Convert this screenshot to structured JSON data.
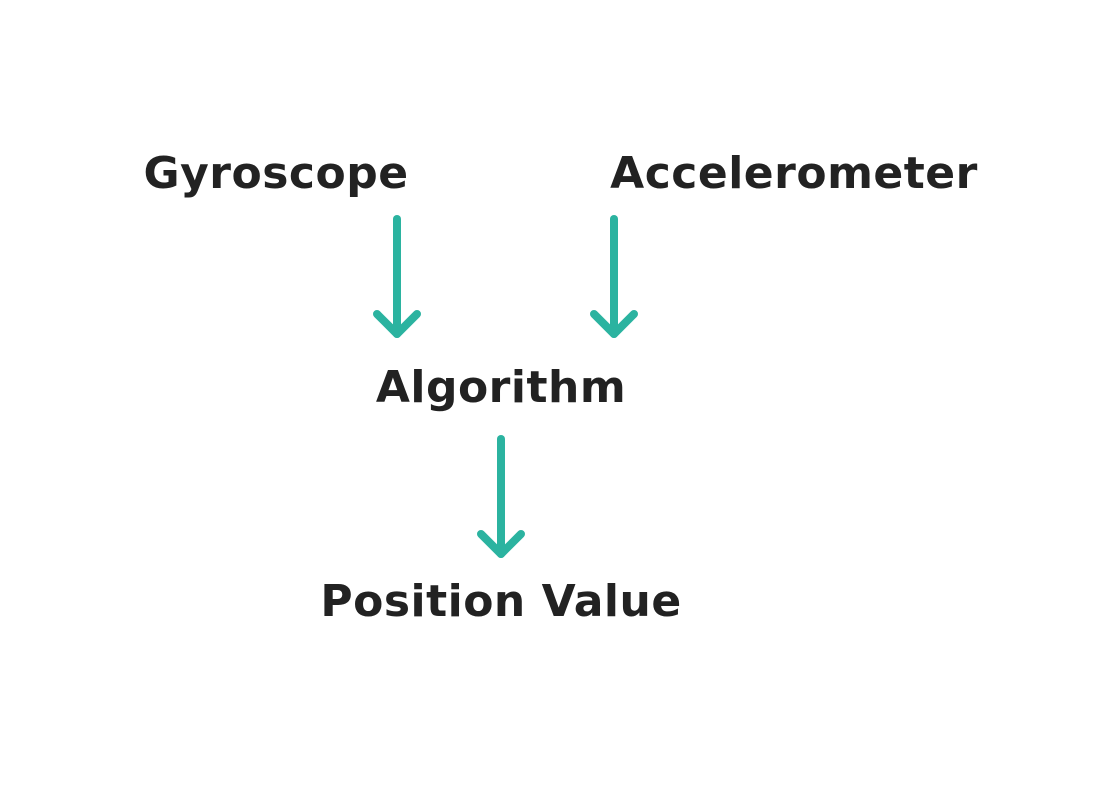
{
  "diagram": {
    "colors": {
      "arrow": "#2bb3a0",
      "text": "#222222",
      "background": "#ffffff"
    },
    "nodes": {
      "gyroscope": "Gyroscope",
      "accelerometer": "Accelerometer",
      "algorithm": "Algorithm",
      "position_value": "Position Value"
    },
    "edges": [
      {
        "from": "gyroscope",
        "to": "algorithm"
      },
      {
        "from": "accelerometer",
        "to": "algorithm"
      },
      {
        "from": "algorithm",
        "to": "position_value"
      }
    ]
  }
}
